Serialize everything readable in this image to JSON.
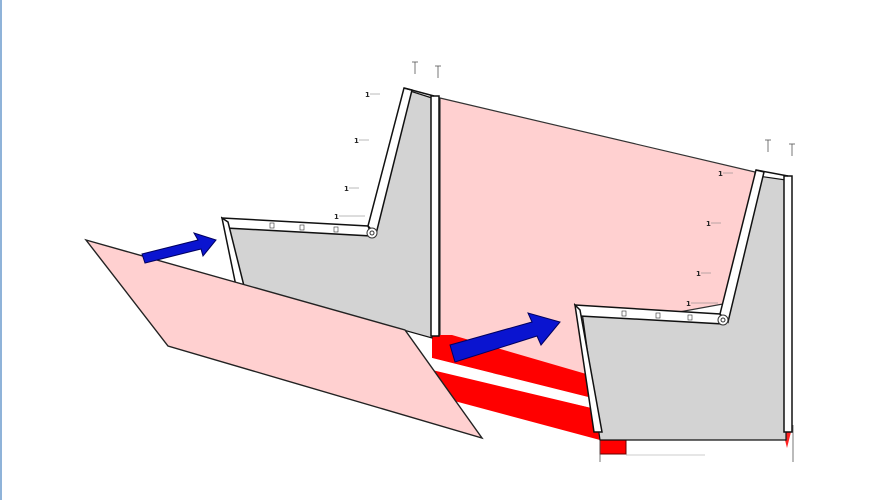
{
  "diagram": {
    "colors": {
      "panel_fill": "#ffd0d0",
      "panel_stroke": "#222222",
      "wall_fill": "#d3d3d3",
      "frame_fill": "#ffffff",
      "frame_stroke": "#111111",
      "arrow_fill": "#0a14d0",
      "strip_fill": "#ff0000",
      "window_edge": "#8fb3d9"
    },
    "elements": [
      "left-wall-section",
      "right-wall-section",
      "rotating-panel",
      "closed-panel",
      "motion-arrow-left",
      "motion-arrow-right",
      "floor-track",
      "hinge-pin"
    ]
  }
}
